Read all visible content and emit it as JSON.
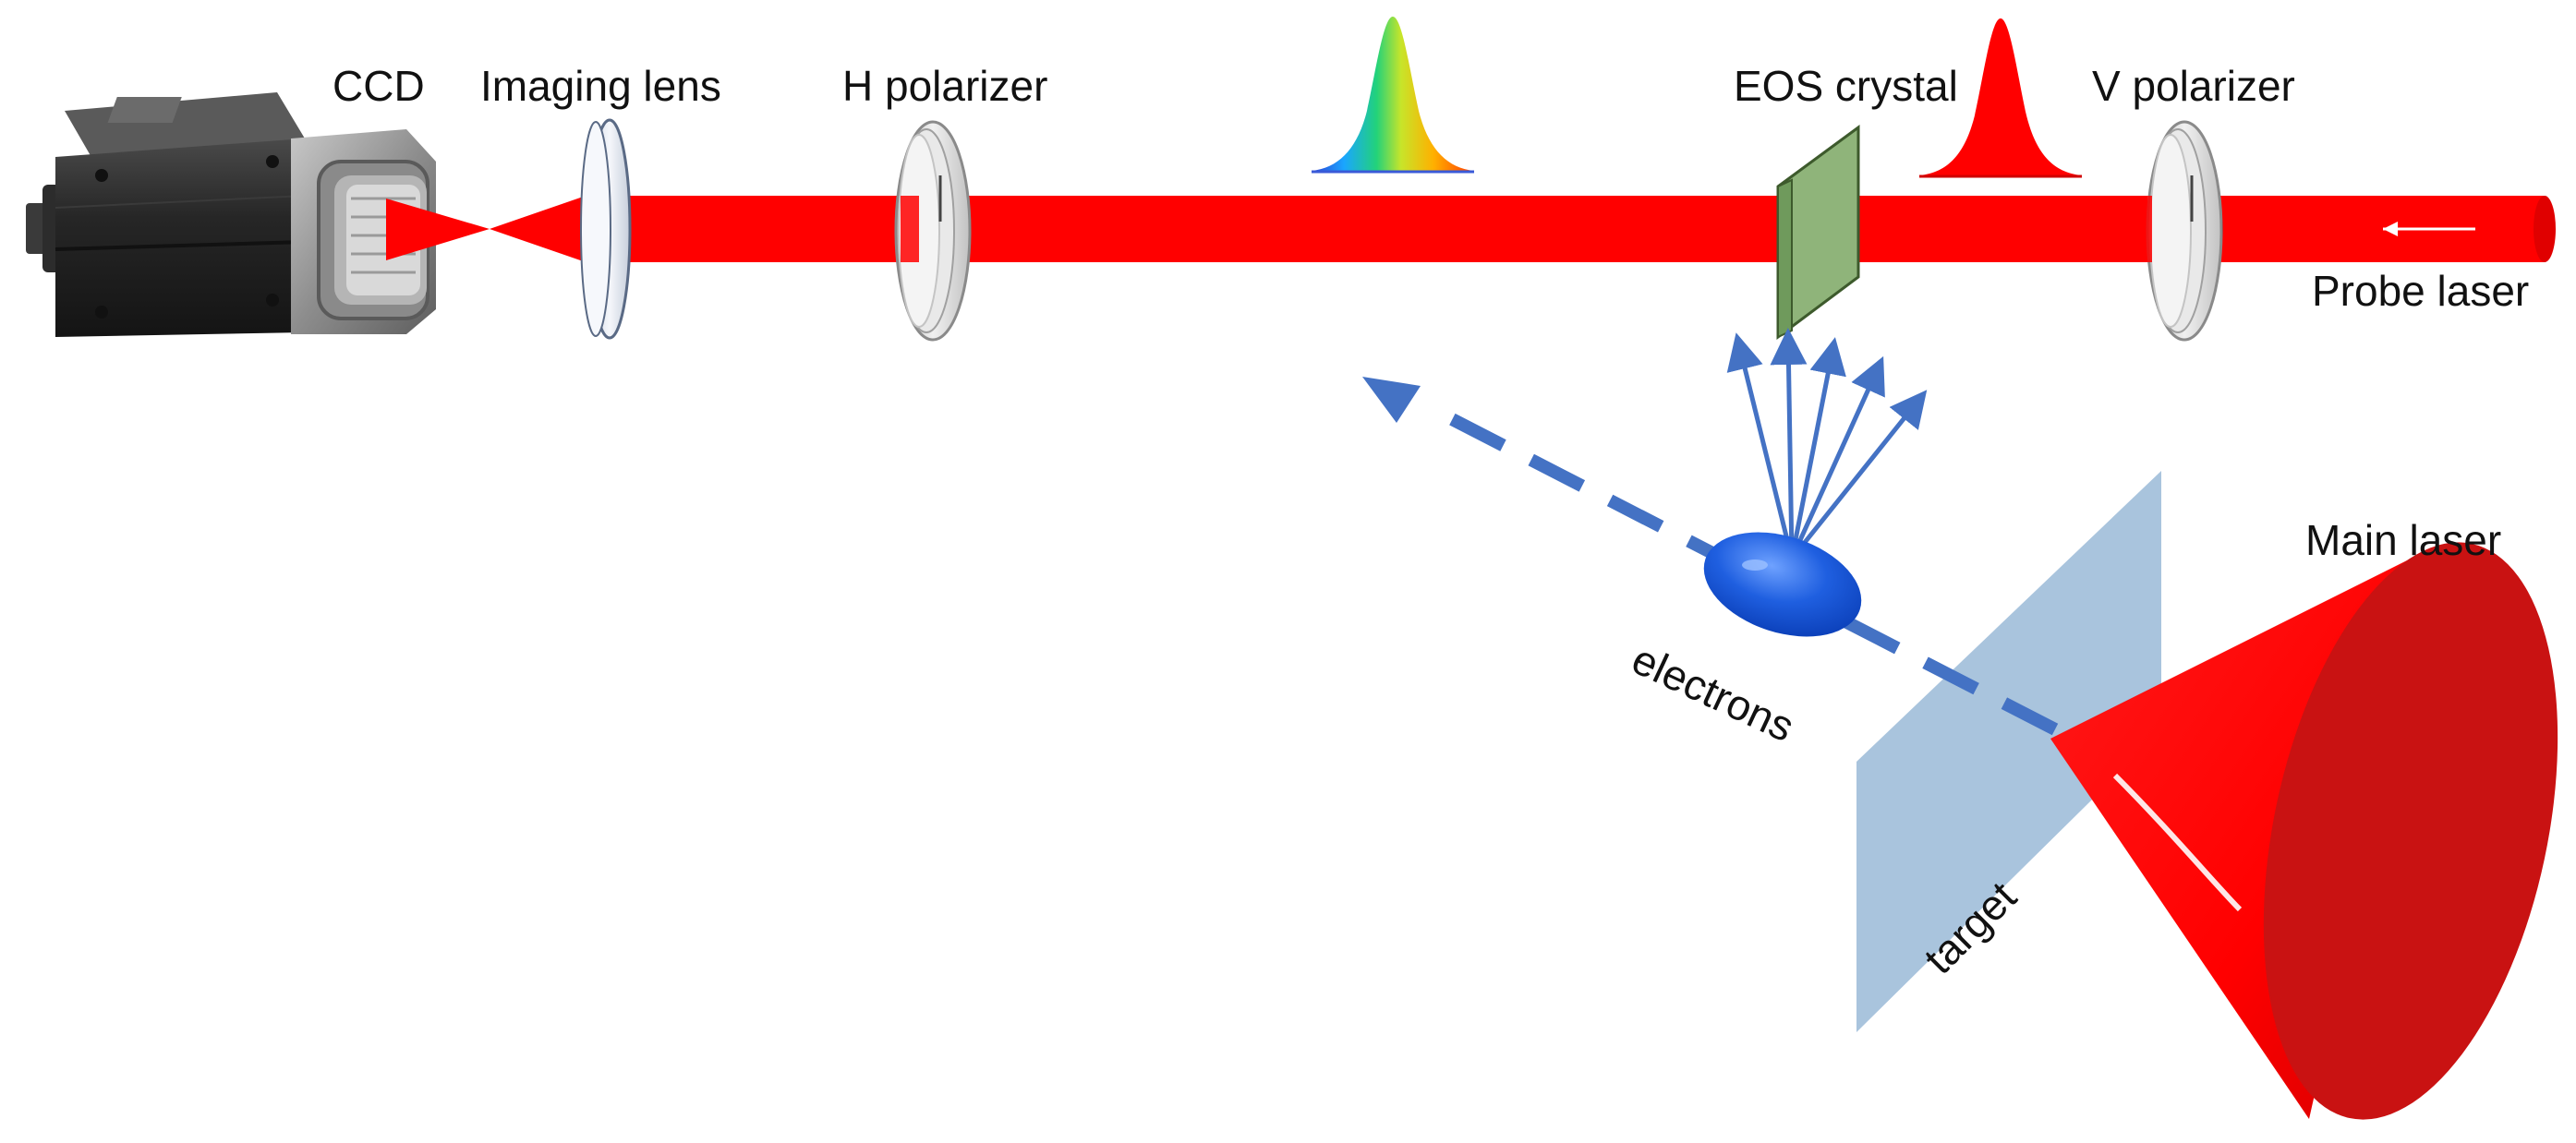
{
  "labels": {
    "ccd": "CCD",
    "imaging_lens": "Imaging lens",
    "h_polarizer": "H polarizer",
    "eos_crystal": "EOS crystal",
    "v_polarizer": "V polarizer",
    "probe_laser": "Probe laser",
    "main_laser": "Main laser",
    "electrons": "electrons",
    "target": "target"
  },
  "colors": {
    "beam": "#ff0000",
    "beam_dark": "#d40000",
    "crystal": "#8fb47a",
    "target": "#a9c4dd",
    "electron_path": "#4472c4",
    "electron_bunch": "#1f5fe0",
    "camera_body": "#262626",
    "lens_glass": "#eef1f6"
  },
  "icons": {
    "camera": "ccd-camera-icon",
    "polarizer": "polarizer-disc-icon",
    "pulse": "gaussian-pulse-icon"
  }
}
